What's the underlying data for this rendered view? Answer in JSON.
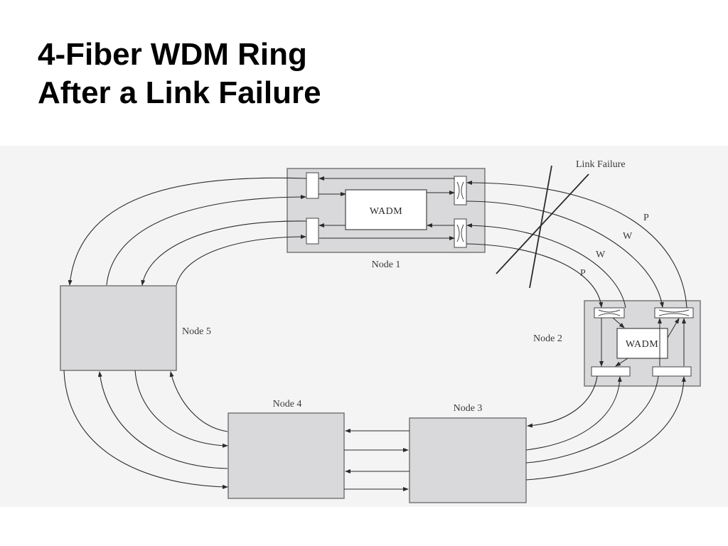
{
  "slide": {
    "title_line1": "4-Fiber WDM Ring",
    "title_line2": "After a Link Failure"
  },
  "diagram": {
    "link_failure_label": "Link Failure",
    "nodes": {
      "node1": "Node 1",
      "node2": "Node 2",
      "node3": "Node 3",
      "node4": "Node 4",
      "node5": "Node 5"
    },
    "wadm_label": "WADM",
    "fiber_labels": {
      "p_outer": "P",
      "w_outer": "W",
      "w_inner": "W",
      "p_inner": "P"
    }
  },
  "colors": {
    "box_fill": "#d9d9db",
    "line": "#2b2b2b"
  }
}
